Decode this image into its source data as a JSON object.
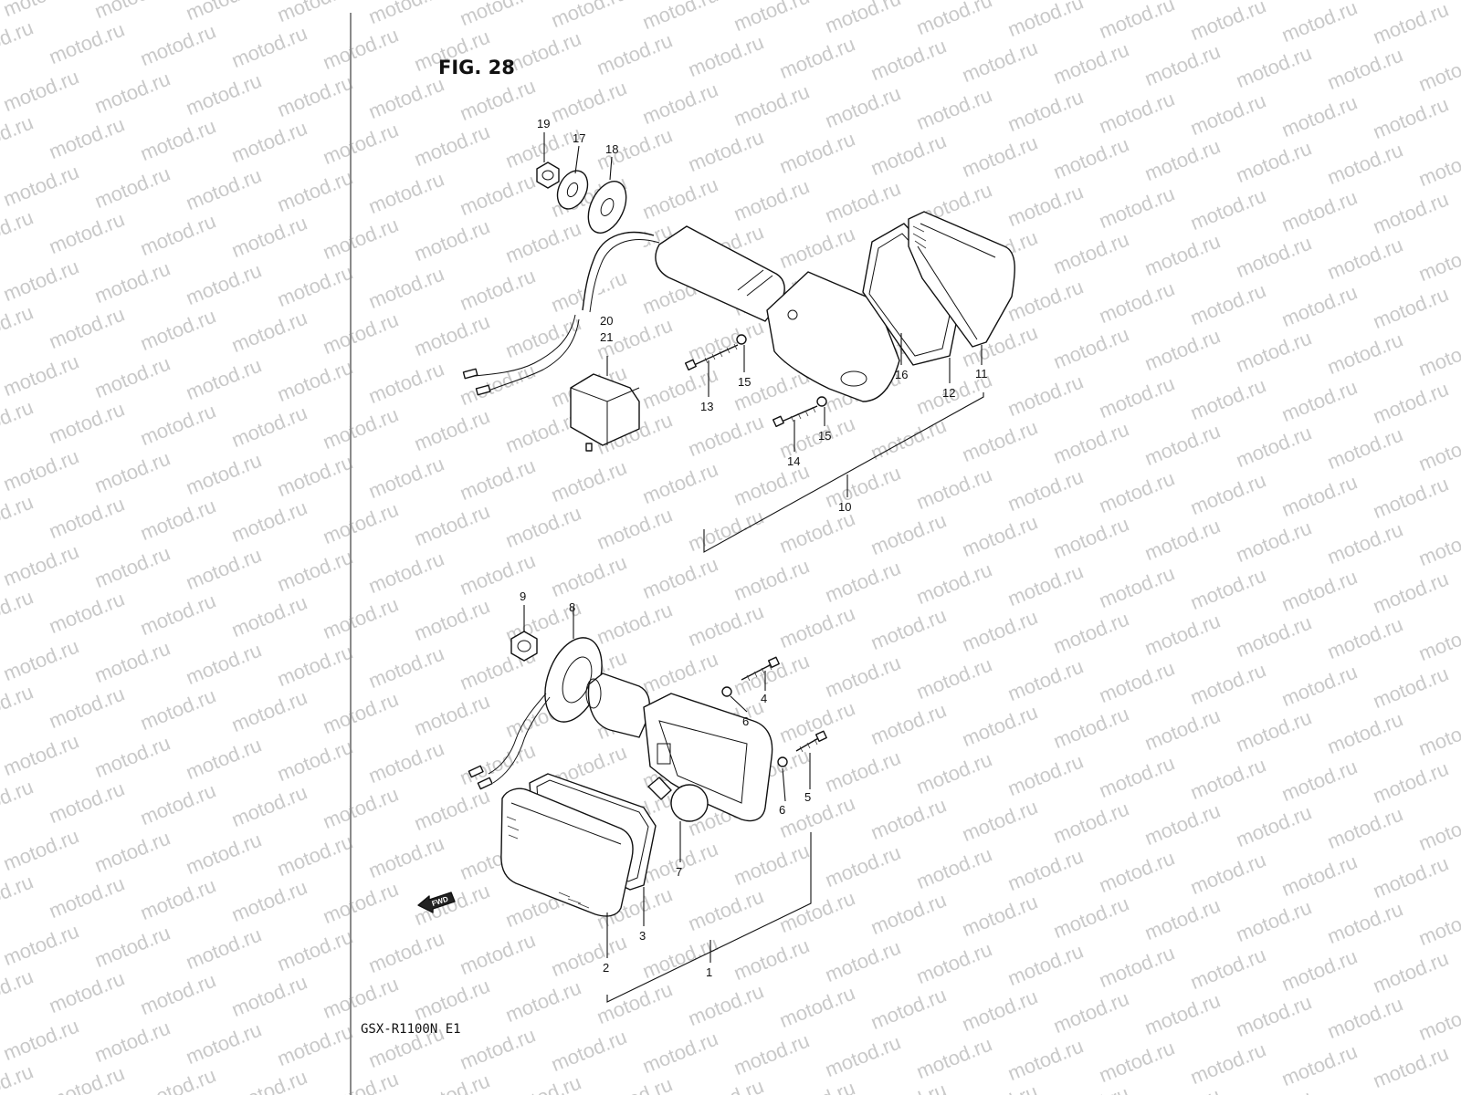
{
  "figure": {
    "title": "FIG. 28",
    "model": "GSX-R1100N E1",
    "watermark": "motod.ru",
    "fwd_label": "FWD"
  },
  "callouts": {
    "c1": "1",
    "c2": "2",
    "c3": "3",
    "c4": "4",
    "c5": "5",
    "c6a": "6",
    "c6b": "6",
    "c7": "7",
    "c8": "8",
    "c9": "9",
    "c10": "10",
    "c11": "11",
    "c12": "12",
    "c13": "13",
    "c14": "14",
    "c15a": "15",
    "c15b": "15",
    "c16": "16",
    "c17": "17",
    "c18": "18",
    "c19": "19",
    "c20": "20",
    "c21": "21"
  },
  "colors": {
    "ink": "#111111",
    "watermark": "#c9c9c9",
    "margin_line": "#8a8a8a"
  }
}
